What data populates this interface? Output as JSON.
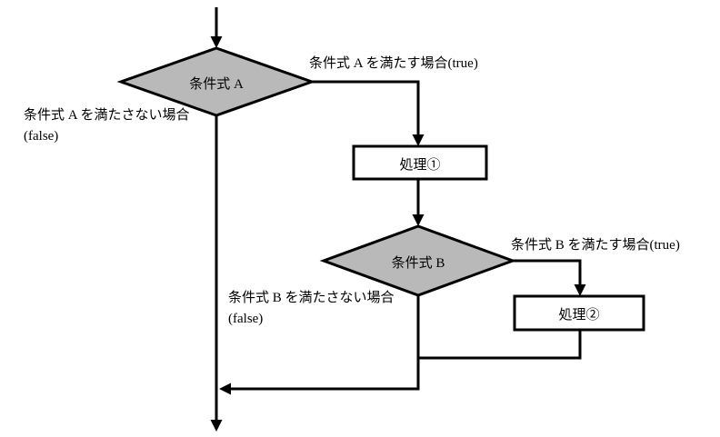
{
  "diagram": {
    "type": "flowchart",
    "nodes": {
      "condition_a": {
        "label": "条件式 A",
        "shape": "decision"
      },
      "process_1": {
        "label": "処理①",
        "shape": "process"
      },
      "condition_b": {
        "label": "条件式 B",
        "shape": "decision"
      },
      "process_2": {
        "label": "処理②",
        "shape": "process"
      }
    },
    "edge_labels": {
      "a_true": "条件式 A を満たす場合(true)",
      "a_false_line1": "条件式 A を満たさない場合",
      "a_false_line2": "(false)",
      "b_true": "条件式 B を満たす場合(true)",
      "b_false_line1": "条件式 B を満たさない場合",
      "b_false_line2": "(false)"
    },
    "colors": {
      "decision_fill": "#b9b9b9",
      "process_fill": "#ffffff",
      "line": "#000000",
      "background": "#ffffff"
    }
  }
}
